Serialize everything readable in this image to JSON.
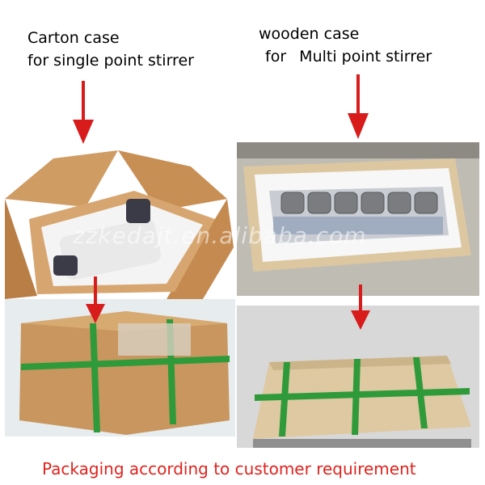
{
  "labels": {
    "carton_line1": "Carton case",
    "carton_line2": "for single point stirrer",
    "wooden_line1": "wooden case",
    "wooden_line2_for": "for",
    "wooden_line2_rest": "Multi point stirrer"
  },
  "watermark": "zzkedajt.en.alibaba.com",
  "footer": "Packaging according to customer requirement",
  "colors": {
    "arrow": "#d81c1c",
    "footer_text": "#e0231e",
    "cardboard": "#c9955f",
    "strap": "#2f9a3a",
    "wood": "#d9c5a0",
    "foam": "#f4f4f4"
  },
  "icons": [
    "arrow-down-icon"
  ]
}
